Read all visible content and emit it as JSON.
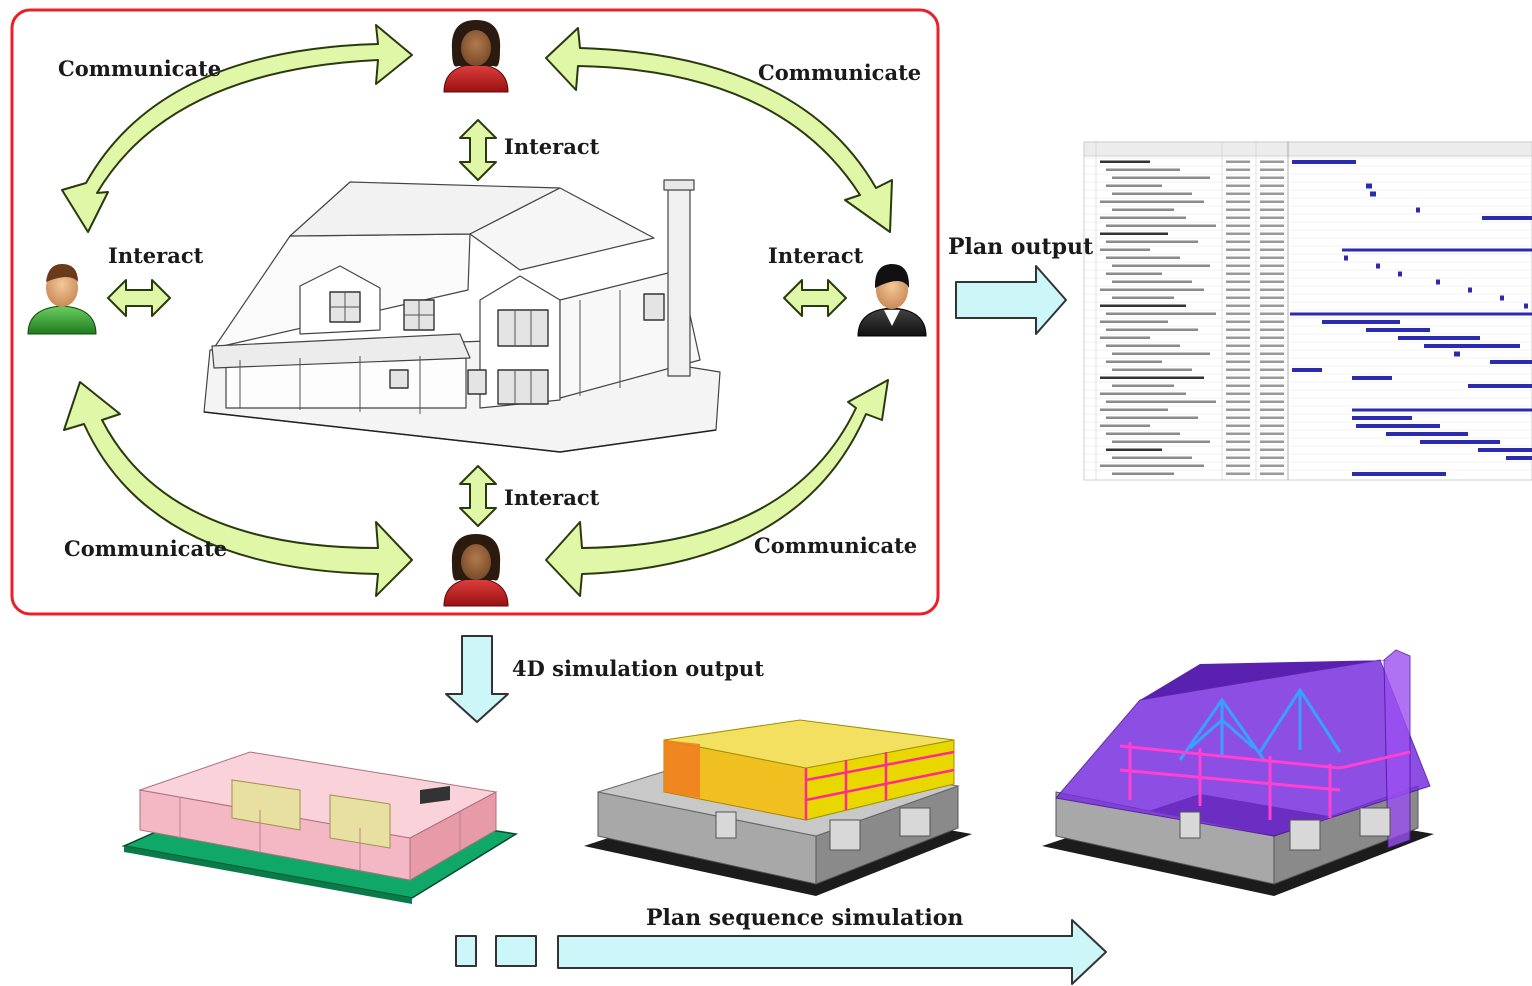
{
  "labels": {
    "communicate_tl": "Communicate",
    "communicate_tr": "Communicate",
    "communicate_bl": "Communicate",
    "communicate_br": "Communicate",
    "interact_top": "Interact",
    "interact_left": "Interact",
    "interact_right": "Interact",
    "interact_bottom": "Interact",
    "plan_output": "Plan output",
    "simulation_output": "4D simulation output",
    "plan_sequence": "Plan sequence simulation"
  },
  "colors": {
    "frame_border": "#e8202a",
    "communicate_arrow_fill": "#dff7a6",
    "communicate_arrow_stroke": "#2a3a10",
    "output_arrow_fill": "#cdf6f8",
    "output_arrow_stroke": "#333333",
    "gantt_bar": "#2b2bb0",
    "stage1_wall": "#f4b8c4",
    "stage1_base": "#0fa868",
    "stage2_upper": "#f0d020",
    "stage3_roof": "#7a30e0",
    "stage3_frame": "#ff40d0"
  },
  "icons": [
    "person-icon-female-top",
    "person-icon-male-left",
    "person-icon-male-right",
    "person-icon-female-bottom",
    "house-line-drawing",
    "gantt-chart-image",
    "building-stage-1",
    "building-stage-2",
    "building-stage-3"
  ]
}
